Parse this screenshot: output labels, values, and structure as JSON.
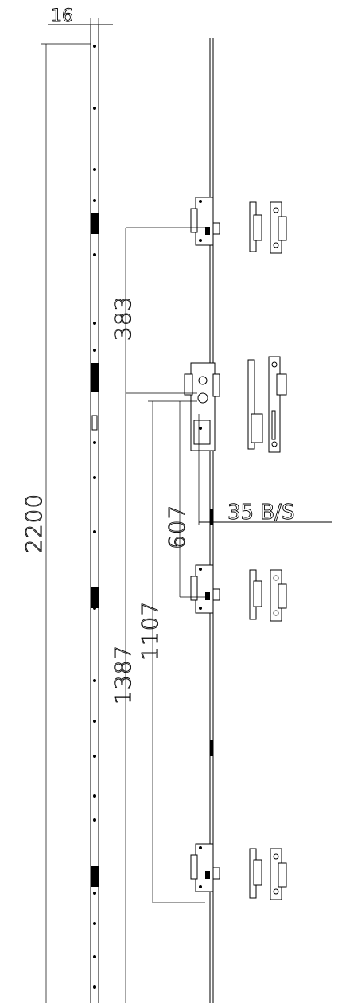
{
  "dimensions": {
    "width_label": "16",
    "total_length": "2200",
    "spacing_upper": "383",
    "spacing_middle": "607",
    "spacing_lower": "1107",
    "spacing_bottom": "1387",
    "backset": "35 B/S"
  }
}
